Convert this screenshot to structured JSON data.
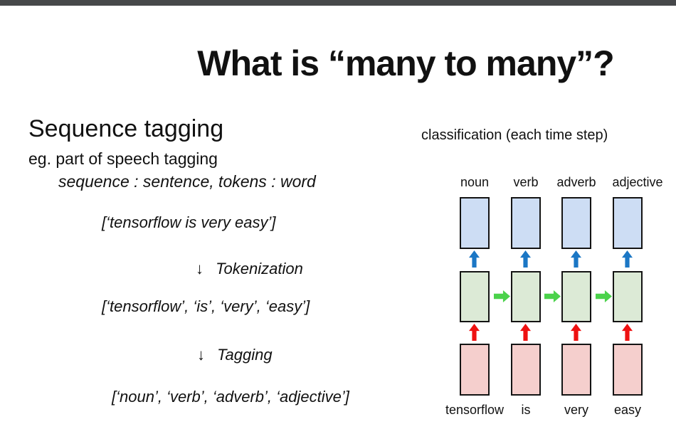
{
  "chrome": {
    "top_bar_color": "#46484a"
  },
  "title": "What is “many to many”?",
  "left": {
    "heading": "Sequence tagging",
    "subheading": "eg. part of speech tagging",
    "definition": "sequence : sentence, tokens : word",
    "steps": [
      {
        "type": "list",
        "text": "[‘tensorflow is very easy’]"
      },
      {
        "type": "operation",
        "arrow": "↓",
        "label": "Tokenization"
      },
      {
        "type": "list",
        "text": "[‘tensorflow’, ‘is’, ‘very’, ‘easy’]"
      },
      {
        "type": "operation",
        "arrow": "↓",
        "label": "Tagging"
      },
      {
        "type": "list",
        "text": "[‘noun’, ‘verb’, ‘adverb’, ‘adjective’]"
      }
    ]
  },
  "diagram": {
    "caption": "classification (each time step)",
    "columns": [
      {
        "class_label": "noun",
        "token_label": "tensorflow"
      },
      {
        "class_label": "verb",
        "token_label": "is"
      },
      {
        "class_label": "adverb",
        "token_label": "very"
      },
      {
        "class_label": "adjective",
        "token_label": "easy"
      }
    ],
    "colors": {
      "output_box": "#cdddf4",
      "hidden_box": "#dcead6",
      "input_box": "#f5cfcd",
      "box_border": "#141414",
      "arrow_blue": "#1b77c5",
      "arrow_red": "#ee1111",
      "arrow_green": "#4bd24b"
    }
  }
}
